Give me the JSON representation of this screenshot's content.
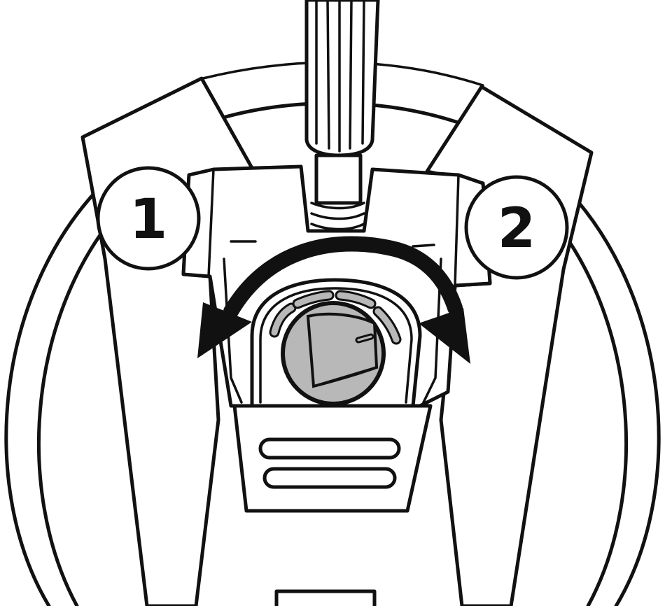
{
  "callouts": [
    {
      "id": "1",
      "label": "1"
    },
    {
      "id": "2",
      "label": "2"
    }
  ],
  "colors": {
    "line": "#111111",
    "knob": "#b8b8b8",
    "arrow": "#111111",
    "background": "#ffffff"
  },
  "icons": {
    "rotation": "double-headed-curved-arrow-icon",
    "knob": "rotary-knob-icon"
  }
}
